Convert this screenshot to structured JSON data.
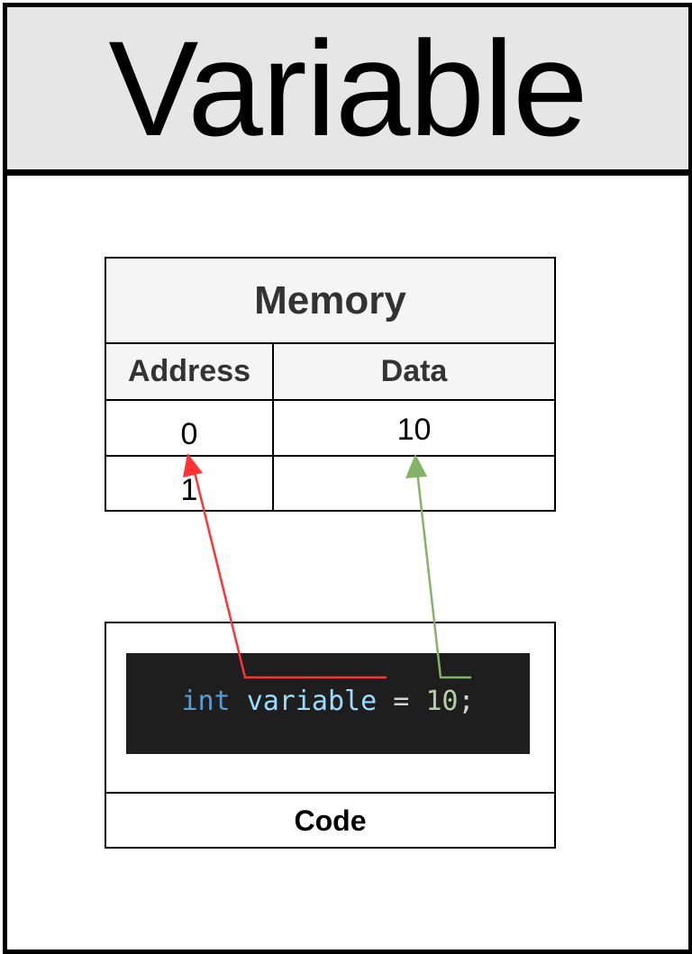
{
  "header": {
    "title": "Variable"
  },
  "memory": {
    "title": "Memory",
    "columns": [
      "Address",
      "Data"
    ],
    "rows": [
      {
        "address": "0",
        "data": "10"
      },
      {
        "address": "1",
        "data": ""
      }
    ]
  },
  "code": {
    "label": "Code",
    "tokens": {
      "keyword": "int",
      "identifier": "variable",
      "operator": "=",
      "number": "10",
      "terminator": ";"
    }
  },
  "colors": {
    "address_arrow": "#ff3333",
    "data_arrow": "#82b366",
    "header_bg": "#e6e6e6",
    "code_bg": "#1e1e1e"
  }
}
